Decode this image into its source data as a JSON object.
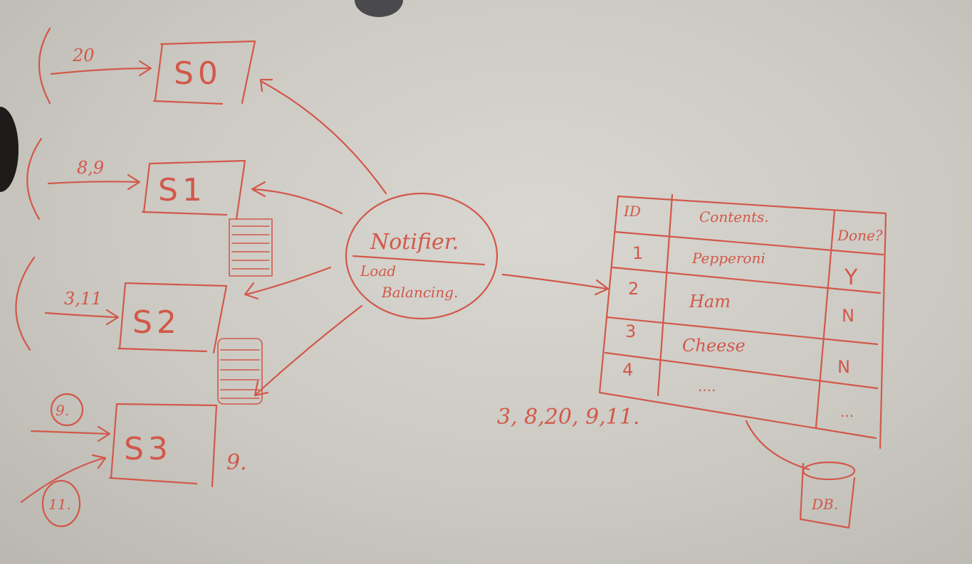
{
  "servers": [
    {
      "name": "S0",
      "incoming": "20"
    },
    {
      "name": "S1",
      "incoming": "8,9"
    },
    {
      "name": "S2",
      "incoming": "3,11"
    },
    {
      "name": "S3",
      "incoming": "",
      "circled_top": "9.",
      "circled_bottom": "11.",
      "annotation": "9."
    }
  ],
  "notifier": {
    "title": "Notifier.",
    "line1": "Load",
    "line2": "Balancing."
  },
  "table": {
    "headers": [
      "ID",
      "Contents.",
      "Done?"
    ],
    "rows": [
      {
        "id": "1",
        "contents": "Pepperoni",
        "done": "Y"
      },
      {
        "id": "2",
        "contents": "Ham",
        "done": "N"
      },
      {
        "id": "3",
        "contents": "Cheese",
        "done": "N"
      },
      {
        "id": "4",
        "contents": "....",
        "done": "..."
      }
    ]
  },
  "sequence": "3, 8,20, 9,11.",
  "db_label": "DB."
}
